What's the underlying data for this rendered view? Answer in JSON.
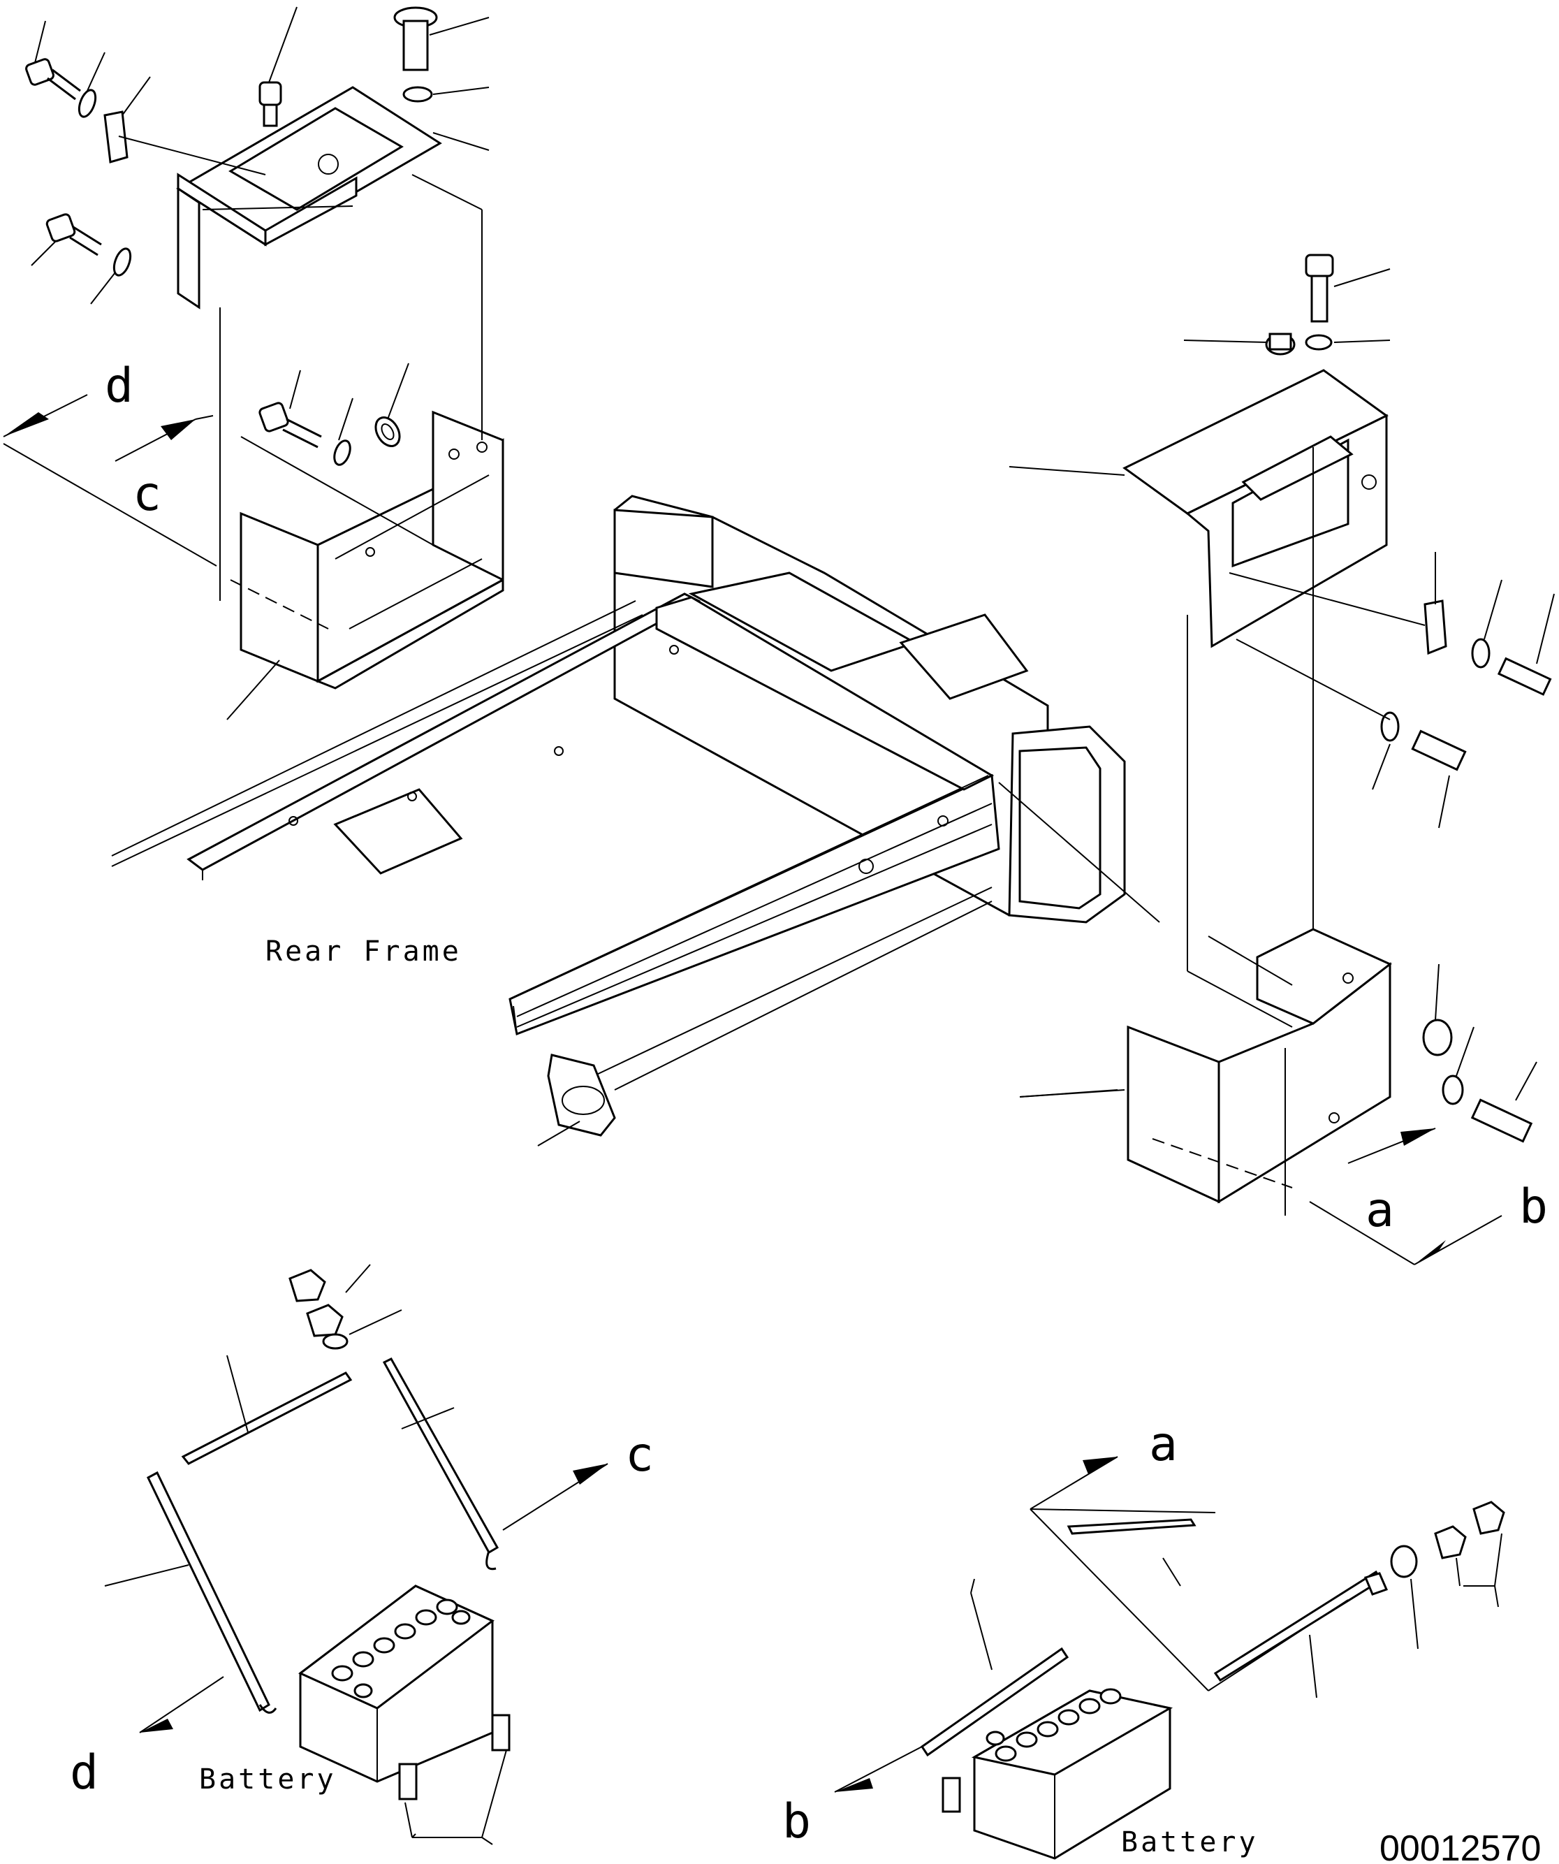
{
  "figure_id": "00012570",
  "labels": {
    "rear_frame": "Rear Frame",
    "battery_left": "Battery",
    "battery_right": "Battery"
  },
  "view_markers": {
    "c_upper": "c",
    "d_upper": "d",
    "a_upper": "a",
    "b_upper": "b",
    "c_lower": "c",
    "d_lower": "d",
    "a_lower": "a",
    "b_lower": "b"
  }
}
